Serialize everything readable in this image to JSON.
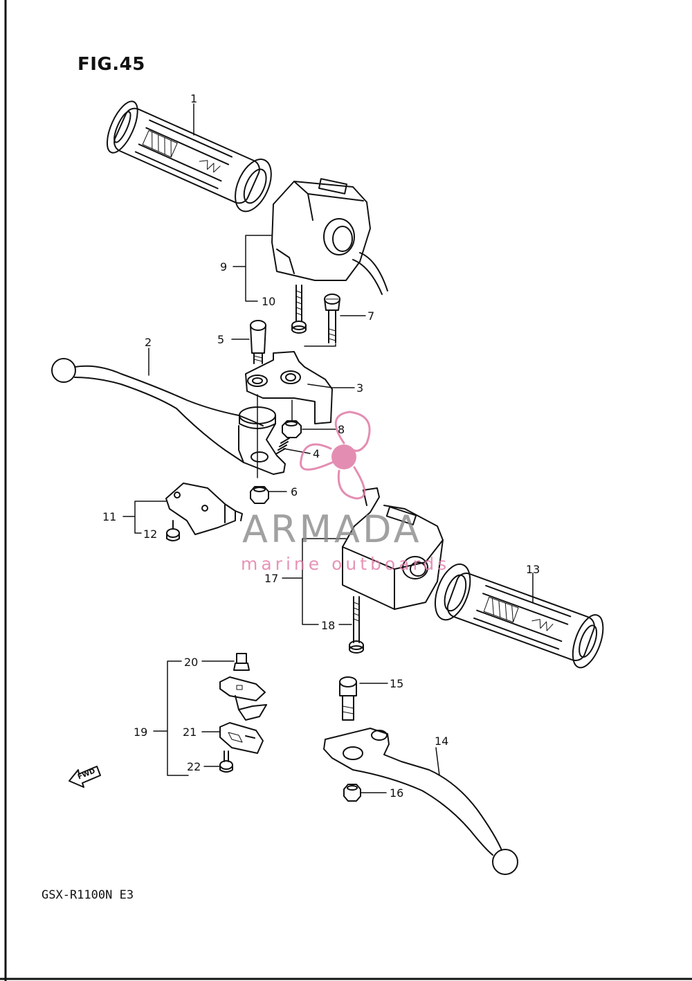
{
  "figure_title": "FIG.45",
  "model_caption": "GSX-R1100N  E3",
  "watermark": {
    "name": "ARMADA",
    "subtitle": "marine outboards",
    "accent_color": "#e07aa6"
  },
  "direction_marker": {
    "label": "FWD",
    "icon": "arrow-left-icon"
  },
  "callouts": [
    {
      "number": "1",
      "part": "grip-left"
    },
    {
      "number": "2",
      "part": "brake-lever"
    },
    {
      "number": "3",
      "part": "master-cylinder-bracket"
    },
    {
      "number": "4",
      "part": "spring"
    },
    {
      "number": "5",
      "part": "pivot-bolt"
    },
    {
      "number": "6",
      "part": "nut"
    },
    {
      "number": "7",
      "part": "screw"
    },
    {
      "number": "8",
      "part": "nut"
    },
    {
      "number": "9",
      "part": "right-handle-switch"
    },
    {
      "number": "10",
      "part": "screw"
    },
    {
      "number": "11",
      "part": "brake-light-switch"
    },
    {
      "number": "12",
      "part": "screw"
    },
    {
      "number": "13",
      "part": "grip-right"
    },
    {
      "number": "14",
      "part": "clutch-lever"
    },
    {
      "number": "15",
      "part": "pivot-bolt"
    },
    {
      "number": "16",
      "part": "nut"
    },
    {
      "number": "17",
      "part": "left-handle-switch"
    },
    {
      "number": "18",
      "part": "screw"
    },
    {
      "number": "19",
      "part": "clutch-switch-assy"
    },
    {
      "number": "20",
      "part": "switch"
    },
    {
      "number": "21",
      "part": "holder"
    },
    {
      "number": "22",
      "part": "screw"
    }
  ]
}
